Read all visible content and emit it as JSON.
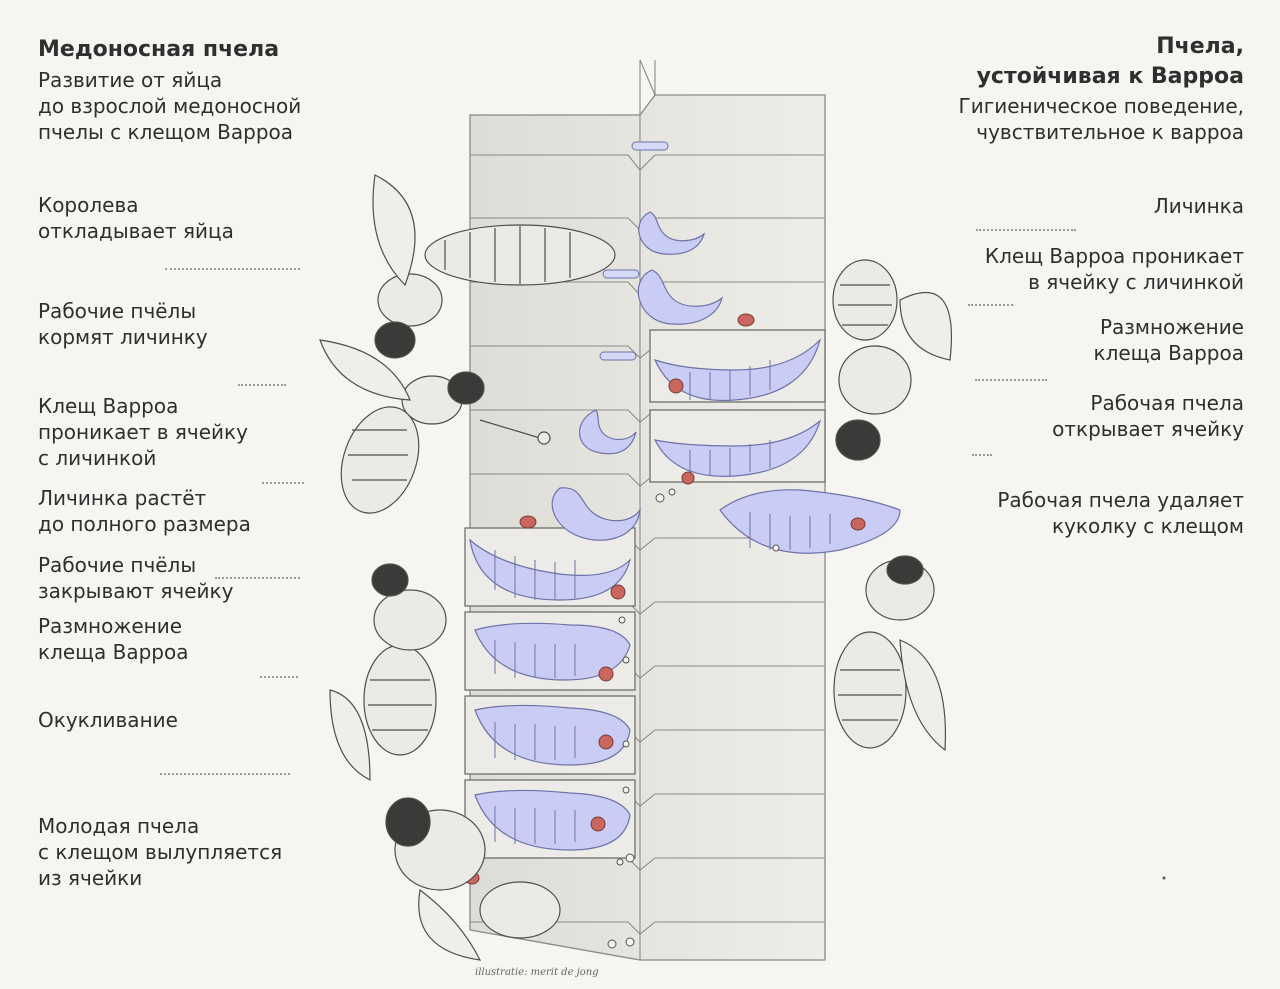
{
  "left_column": {
    "title": "Медоносная пчела",
    "subtitle": "Развитие от яйца\nдо взрослой медоносной\nпчелы с клещом Варроа",
    "steps": [
      "Королева\nоткладывает яйца",
      "Рабочие пчёлы\nкормят личинку",
      "Клещ Варроа\nпроникает в ячейку\nс личинкой",
      "Личинка растёт\nдо полного размера",
      "Рабочие пчёлы\nзакрывают ячейку",
      "Размножение\nклеща Варроа",
      "Окукливание",
      "Молодая пчела\nс клещом вылупляется\nиз ячейки"
    ]
  },
  "right_column": {
    "title": "Пчела,\nустойчивая к Варроа",
    "subtitle": "Гигиеническое поведение,\nчувствительное к варроа",
    "steps": [
      "Личинка",
      "Клещ Варроа проникает\nв ячейку с личинкой",
      "Размножение\nклеща Варроа",
      "Рабочая пчела\nоткрывает ячейку",
      "Рабочая пчела удаляет\nкуколку с клещом"
    ]
  },
  "credit": "illustratie: merit de jong",
  "colors": {
    "background": "#f7f5f1",
    "larva": "#c9cdf5",
    "larva_stroke": "#6e72a8",
    "mite": "#c9675e",
    "comb": "#e9e7e2",
    "comb_stroke": "#8a8a86"
  }
}
